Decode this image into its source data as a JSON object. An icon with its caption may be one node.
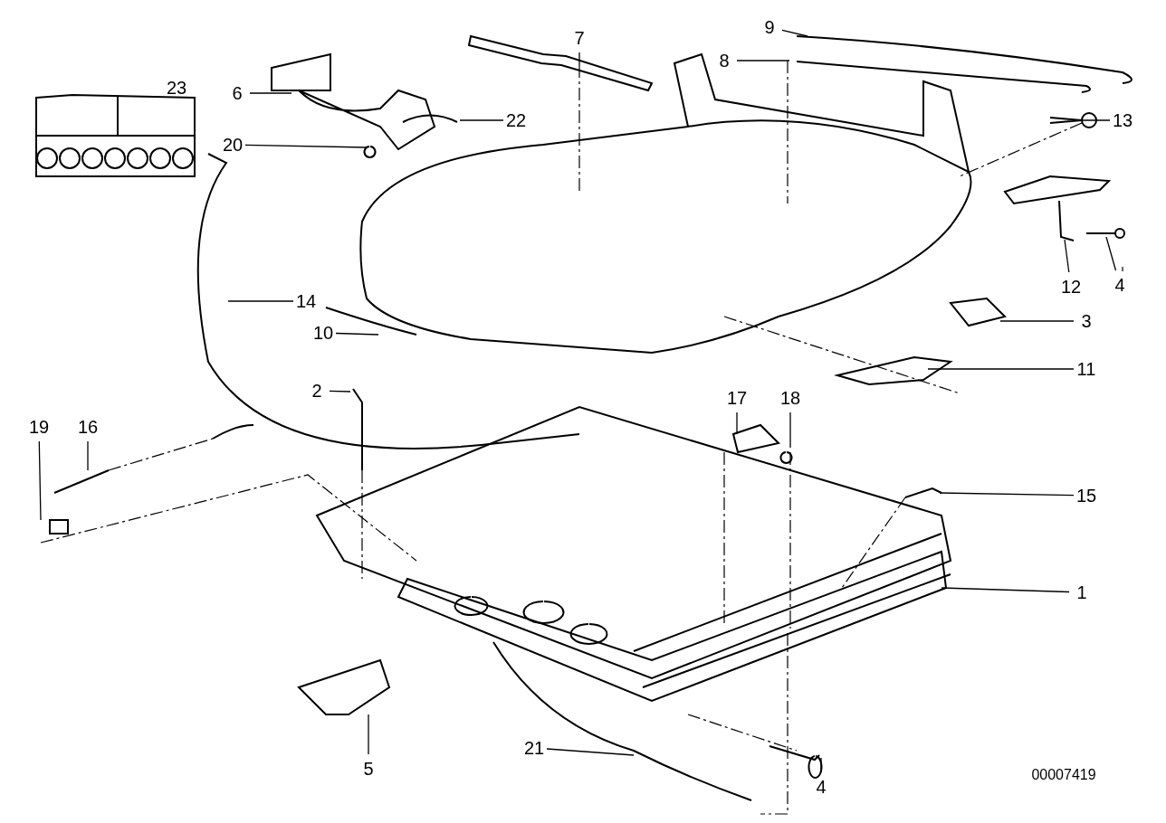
{
  "diagram": {
    "nodes": [
      {
        "text": [
          "23"
        ]
      },
      {
        "text": [
          "6"
        ]
      },
      {
        "text": [
          "7"
        ]
      },
      {
        "text": [
          "9"
        ]
      },
      {
        "text": [
          "8"
        ]
      },
      {
        "text": [
          "13"
        ]
      },
      {
        "text": [
          "22"
        ]
      },
      {
        "text": [
          "20"
        ]
      },
      {
        "text": [
          "14"
        ]
      },
      {
        "text": [
          "12"
        ]
      },
      {
        "text": [
          "4"
        ]
      },
      {
        "text": [
          "10"
        ]
      },
      {
        "text": [
          "3"
        ]
      },
      {
        "text": [
          "11"
        ]
      },
      {
        "text": [
          "2"
        ]
      },
      {
        "text": [
          "17"
        ]
      },
      {
        "text": [
          "18"
        ]
      },
      {
        "text": [
          "19"
        ]
      },
      {
        "text": [
          "16"
        ]
      },
      {
        "text": [
          "15"
        ]
      },
      {
        "text": [
          "1"
        ]
      },
      {
        "text": [
          "5"
        ]
      },
      {
        "text": [
          "21"
        ]
      },
      {
        "text": [
          "4"
        ]
      }
    ],
    "edges": [
      {
        "from": 1,
        "to": null,
        "arrow": "none"
      },
      {
        "from": 2,
        "to": null,
        "arrow": "none"
      },
      {
        "from": 3,
        "to": null,
        "arrow": "none"
      },
      {
        "from": 4,
        "to": null,
        "arrow": "none"
      },
      {
        "from": 5,
        "to": null,
        "arrow": "none"
      },
      {
        "from": 6,
        "to": null,
        "arrow": "none"
      },
      {
        "from": 7,
        "to": null,
        "arrow": "none"
      },
      {
        "from": 8,
        "to": null,
        "arrow": "none"
      },
      {
        "from": 9,
        "to": null,
        "arrow": "none"
      },
      {
        "from": 10,
        "to": null,
        "arrow": "none"
      },
      {
        "from": 11,
        "to": null,
        "arrow": "none"
      },
      {
        "from": 12,
        "to": null,
        "arrow": "none"
      },
      {
        "from": 13,
        "to": null,
        "arrow": "none"
      },
      {
        "from": 14,
        "to": null,
        "arrow": "none"
      },
      {
        "from": 15,
        "to": null,
        "arrow": "none"
      },
      {
        "from": 16,
        "to": null,
        "arrow": "none"
      },
      {
        "from": 17,
        "to": null,
        "arrow": "none"
      },
      {
        "from": 18,
        "to": null,
        "arrow": "none"
      },
      {
        "from": 19,
        "to": null,
        "arrow": "none"
      },
      {
        "from": 20,
        "to": null,
        "arrow": "none"
      },
      {
        "from": 21,
        "to": null,
        "arrow": "none"
      },
      {
        "from": 22,
        "to": null,
        "arrow": "none"
      },
      {
        "from": 23,
        "to": null,
        "arrow": "none"
      }
    ],
    "labels": [
      "00007419"
    ]
  }
}
